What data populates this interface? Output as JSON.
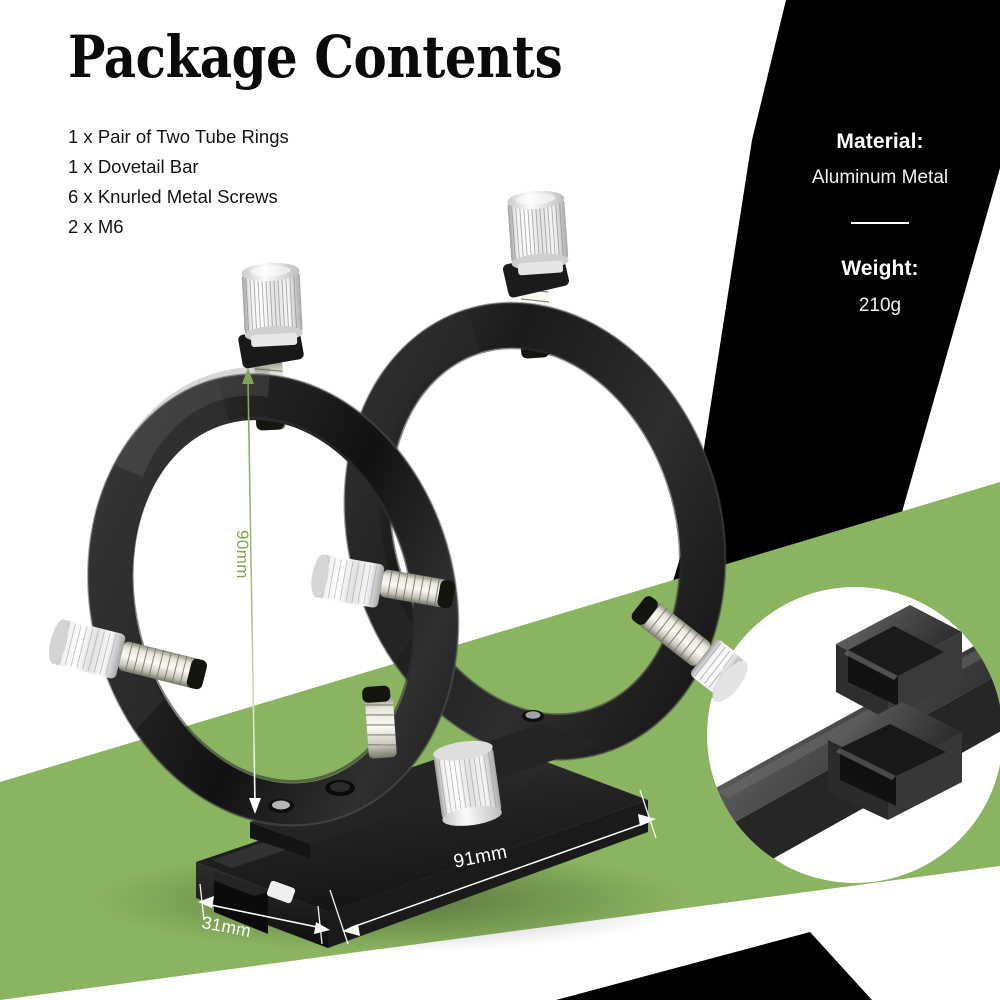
{
  "page": {
    "title": "Package Contents",
    "background_color": "#ffffff",
    "accent_green": "#8BB460",
    "panel_black": "#000000"
  },
  "contents": {
    "heading": "Package Contents",
    "items": [
      "1 x Pair of Two Tube Rings",
      "1 x Dovetail Bar",
      "6 x Knurled Metal Screws",
      "2 x M6"
    ]
  },
  "specs": {
    "material_label": "Material:",
    "material_value": "Aluminum Metal",
    "weight_label": "Weight:",
    "weight_value": "210g"
  },
  "dimensions": {
    "height": {
      "text": "90mm",
      "color": "#7ea653"
    },
    "depth": {
      "text": "31mm",
      "color": "#ffffff"
    },
    "length": {
      "text": "91mm",
      "color": "#ffffff"
    }
  },
  "product": {
    "name": "telescope-tube-rings",
    "ring_color": "#1c1c1c",
    "screw_color": "#d8d8d8",
    "inset_caption": "",
    "inset_name": "square-tube-profile-closeup"
  }
}
